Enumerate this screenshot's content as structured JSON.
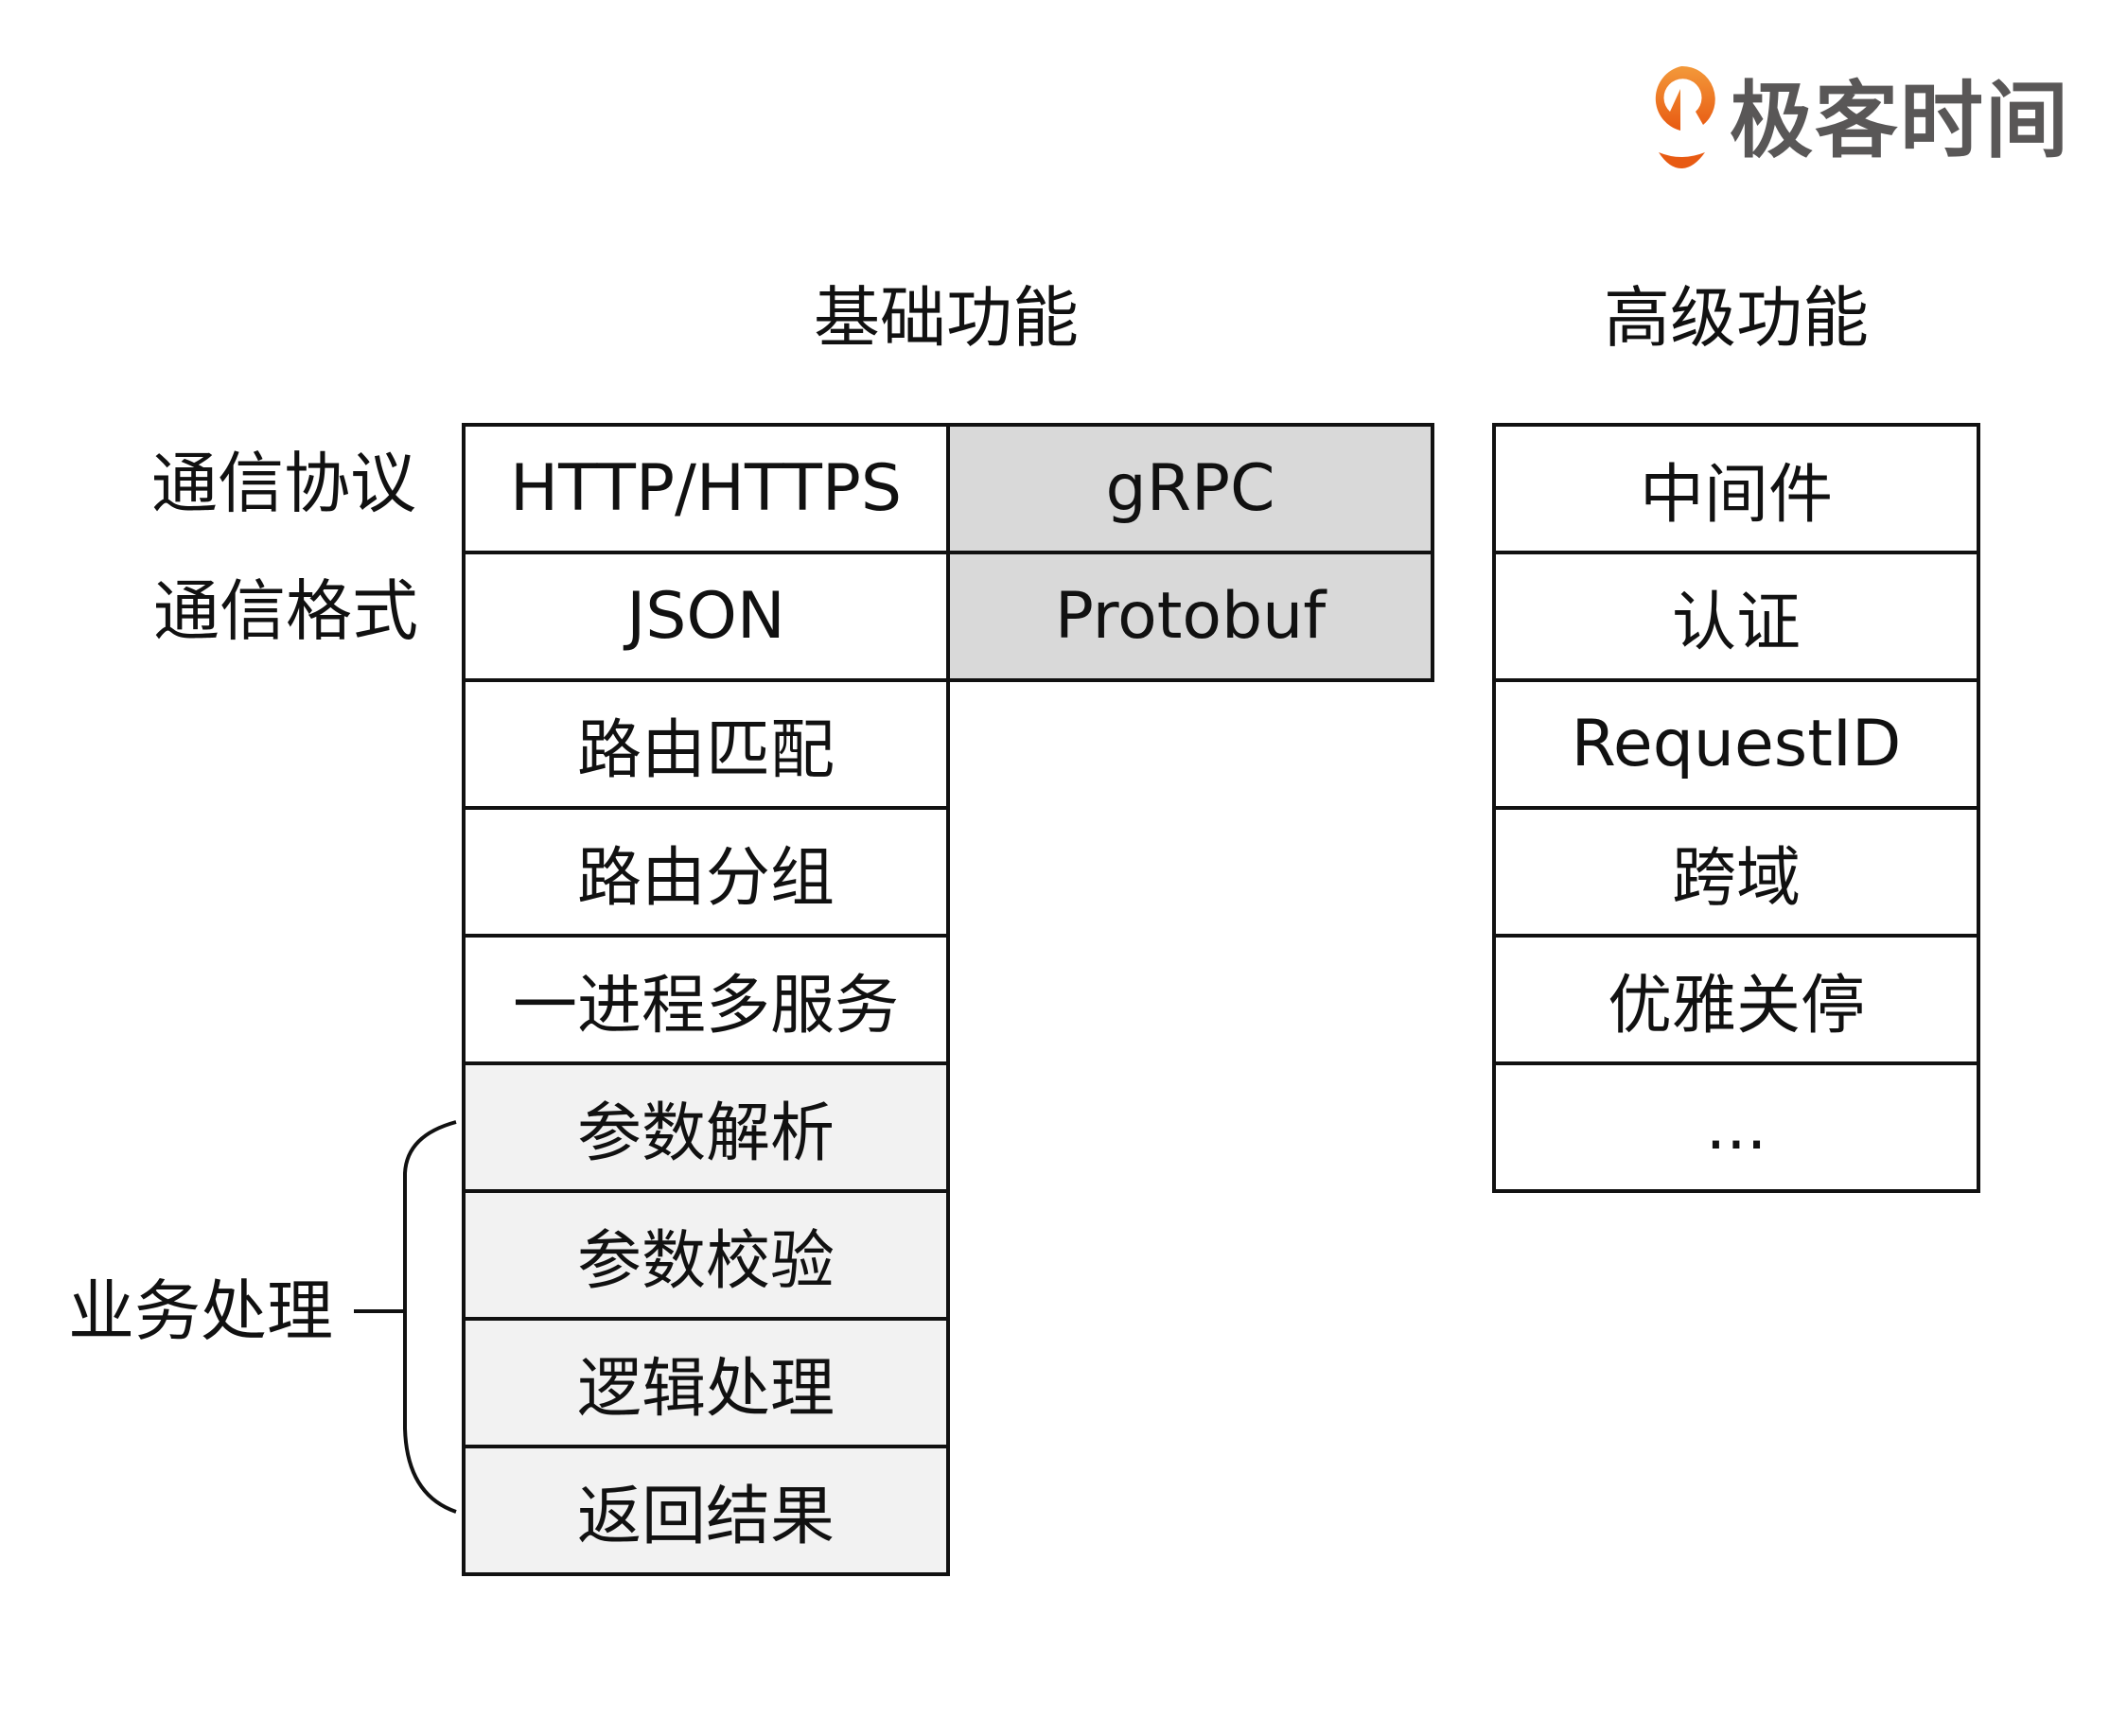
{
  "logo": {
    "text": "极客时间",
    "icon": "geektime-logo-icon",
    "colors": {
      "icon": "#ec6a1c",
      "text": "#595757"
    }
  },
  "headers": {
    "basic": "基础功能",
    "advanced": "高级功能"
  },
  "side_labels": {
    "protocol": "通信协议",
    "format": "通信格式",
    "business": "业务处理"
  },
  "basic": {
    "protocol": [
      "HTTP/HTTPS",
      "gRPC"
    ],
    "format": [
      "JSON",
      "Protobuf"
    ],
    "rows": [
      "路由匹配",
      "路由分组",
      "一进程多服务"
    ],
    "business_rows": [
      "参数解析",
      "参数校验",
      "逻辑处理",
      "返回结果"
    ]
  },
  "advanced": {
    "rows": [
      "中间件",
      "认证",
      "RequestID",
      "跨域",
      "优雅关停",
      "..."
    ]
  },
  "colors": {
    "grpc_fill": "#d9d9d9",
    "business_fill": "#f2f2f2",
    "border": "#111111"
  }
}
